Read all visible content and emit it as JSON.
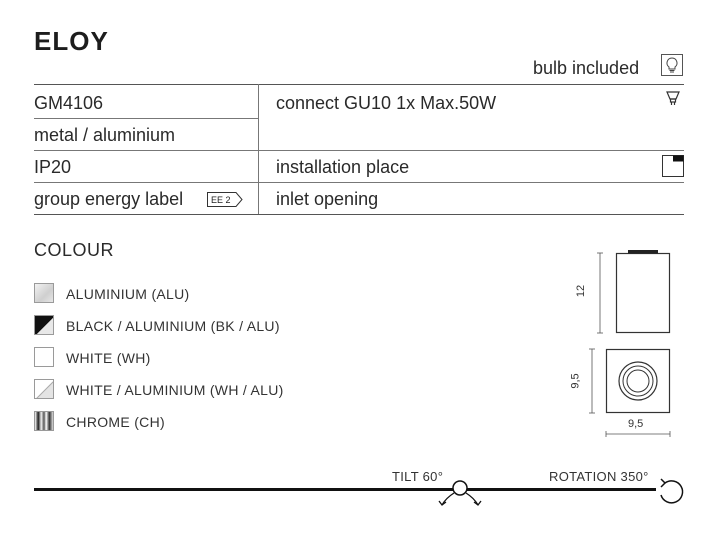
{
  "product": {
    "name": "ELOY"
  },
  "bulb": {
    "label": "bulb included",
    "icon": "lightbulb-icon"
  },
  "specs": {
    "code": "GM4106",
    "material": "metal / aluminium",
    "ip": "IP20",
    "energy_label": "group energy label",
    "energy_badge": "EE 2",
    "connect": "connect GU10 1x Max.50W",
    "connect_icon": "gu10-bulb-icon",
    "installation": "installation place",
    "installation_icon": "ceiling-mount-icon",
    "inlet": "inlet opening"
  },
  "colour": {
    "title": "COLOUR",
    "options": [
      {
        "label": "ALUMINIUM (ALU)",
        "swatch": "aluminium"
      },
      {
        "label": "BLACK / ALUMINIUM (BK / ALU)",
        "swatch": "black-aluminium"
      },
      {
        "label": "WHITE (WH)",
        "swatch": "white"
      },
      {
        "label": "WHITE / ALUMINIUM (WH / ALU)",
        "swatch": "white-aluminium"
      },
      {
        "label": "CHROME (CH)",
        "swatch": "chrome"
      }
    ]
  },
  "dimensions": {
    "height": "12",
    "side": "9,5",
    "width": "9,5"
  },
  "movement": {
    "tilt": "TILT 60°",
    "rotation": "ROTATION 350°"
  }
}
